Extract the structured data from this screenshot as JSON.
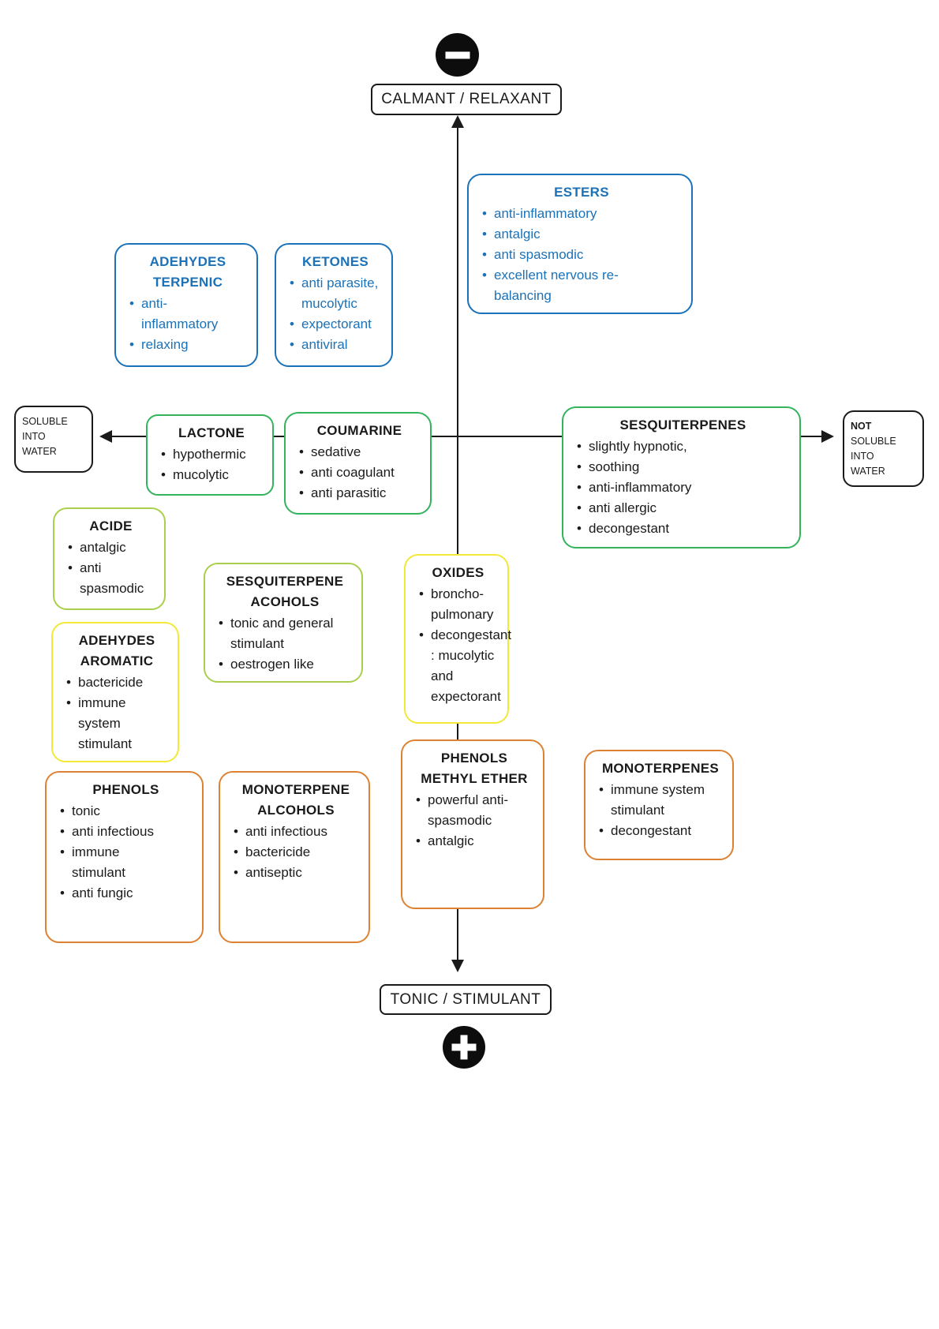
{
  "diagram": {
    "top_axis_label": "CALMANT /  RELAXANT",
    "bottom_axis_label": "TONIC /  STIMULANT",
    "left_axis": {
      "lines": [
        "SOLUBLE",
        "INTO",
        "WATER"
      ]
    },
    "right_axis": {
      "bold_line": "NOT",
      "lines": [
        "SOLUBLE",
        "INTO",
        "WATER"
      ]
    }
  },
  "colors": {
    "blue": "#1b72b8",
    "green": "#33b45c",
    "lime": "#a9cf4d",
    "yellow": "#f2e838",
    "orange": "#dd8133",
    "ink": "#1a1a1a"
  },
  "boxes": [
    {
      "family": "blue",
      "title_lines": [
        "ESTERS"
      ],
      "items": [
        "anti-inflammatory",
        "antalgic",
        "anti spasmodic",
        "excellent nervous re-\nbalancing"
      ]
    },
    {
      "family": "blue",
      "title_lines": [
        "ADEHYDES",
        "TERPENIC"
      ],
      "items": [
        "anti-\ninflammatory",
        "relaxing"
      ]
    },
    {
      "family": "blue",
      "title_lines": [
        "KETONES"
      ],
      "items": [
        "anti parasite,\nmucolytic",
        "expectorant",
        "antiviral"
      ]
    },
    {
      "family": "green",
      "title_lines": [
        "LACTONE"
      ],
      "items": [
        "hypothermic",
        "mucolytic"
      ]
    },
    {
      "family": "green",
      "title_lines": [
        "COUMARINE"
      ],
      "items": [
        "sedative",
        "anti coagulant",
        "anti parasitic"
      ]
    },
    {
      "family": "green",
      "title_lines": [
        "SESQUITERPENES"
      ],
      "items": [
        "slightly hypnotic,",
        "soothing",
        "anti-inflammatory",
        "anti allergic",
        "decongestant"
      ]
    },
    {
      "family": "lime",
      "title_lines": [
        "ACIDE"
      ],
      "items": [
        "antalgic",
        "anti\nspasmodic"
      ]
    },
    {
      "family": "lime",
      "title_lines": [
        "SESQUITERPENE",
        "ACOHOLS"
      ],
      "items": [
        "tonic and general\nstimulant",
        "oestrogen like"
      ]
    },
    {
      "family": "yellow",
      "title_lines": [
        "OXIDES"
      ],
      "items": [
        "broncho-\npulmonary",
        "decongestant\n: mucolytic\nand\nexpectorant"
      ]
    },
    {
      "family": "yellow",
      "title_lines": [
        "ADEHYDES",
        "AROMATIC"
      ],
      "items": [
        "bactericide",
        "immune\nsystem\nstimulant"
      ]
    },
    {
      "family": "orange",
      "title_lines": [
        "PHENOLS"
      ],
      "items": [
        "tonic",
        "anti infectious",
        "immune\nstimulant",
        "anti fungic"
      ]
    },
    {
      "family": "orange",
      "title_lines": [
        "MONOTERPENE",
        "ALCOHOLS"
      ],
      "items": [
        "anti infectious",
        "bactericide",
        "antiseptic"
      ]
    },
    {
      "family": "orange",
      "title_lines": [
        "PHENOLS",
        "METHYL ETHER"
      ],
      "items": [
        "powerful anti-\nspasmodic",
        "antalgic"
      ]
    },
    {
      "family": "orange",
      "title_lines": [
        "MONOTERPENES"
      ],
      "items": [
        "immune system\nstimulant",
        "decongestant"
      ]
    }
  ]
}
